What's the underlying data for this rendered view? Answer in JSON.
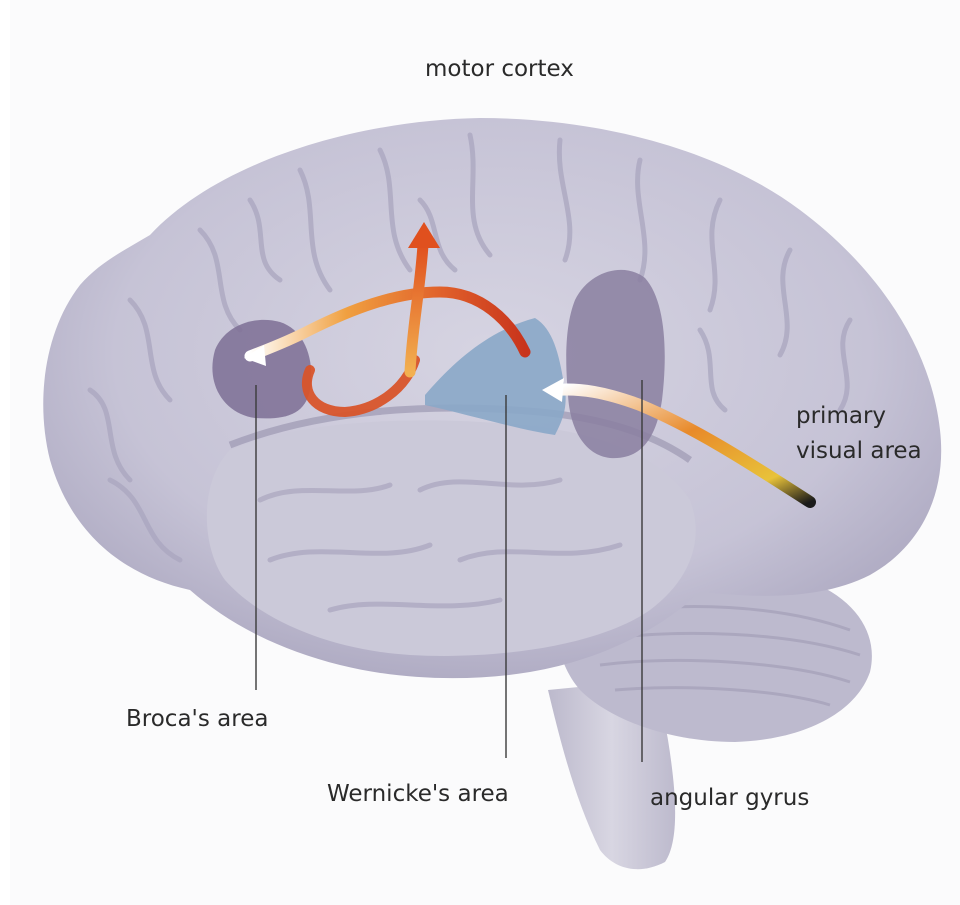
{
  "labels": {
    "motor_cortex": "motor cortex",
    "primary_visual_area_line1": "primary",
    "primary_visual_area_line2": "visual area",
    "brocas_area": "Broca's area",
    "wernickes_area": "Wernicke's area",
    "angular_gyrus": "angular gyrus"
  },
  "colors": {
    "brain": "#c8c6d6",
    "brain_shadow": "#a9a6bd",
    "brocas_area": "#7d6f94",
    "wernickes_area": "#8aa7c8",
    "angular_gyrus": "#8a7fa0",
    "pathway_orange": "#e8702a",
    "pathway_red": "#c8341c",
    "pathway_yellow": "#e8b43a"
  }
}
